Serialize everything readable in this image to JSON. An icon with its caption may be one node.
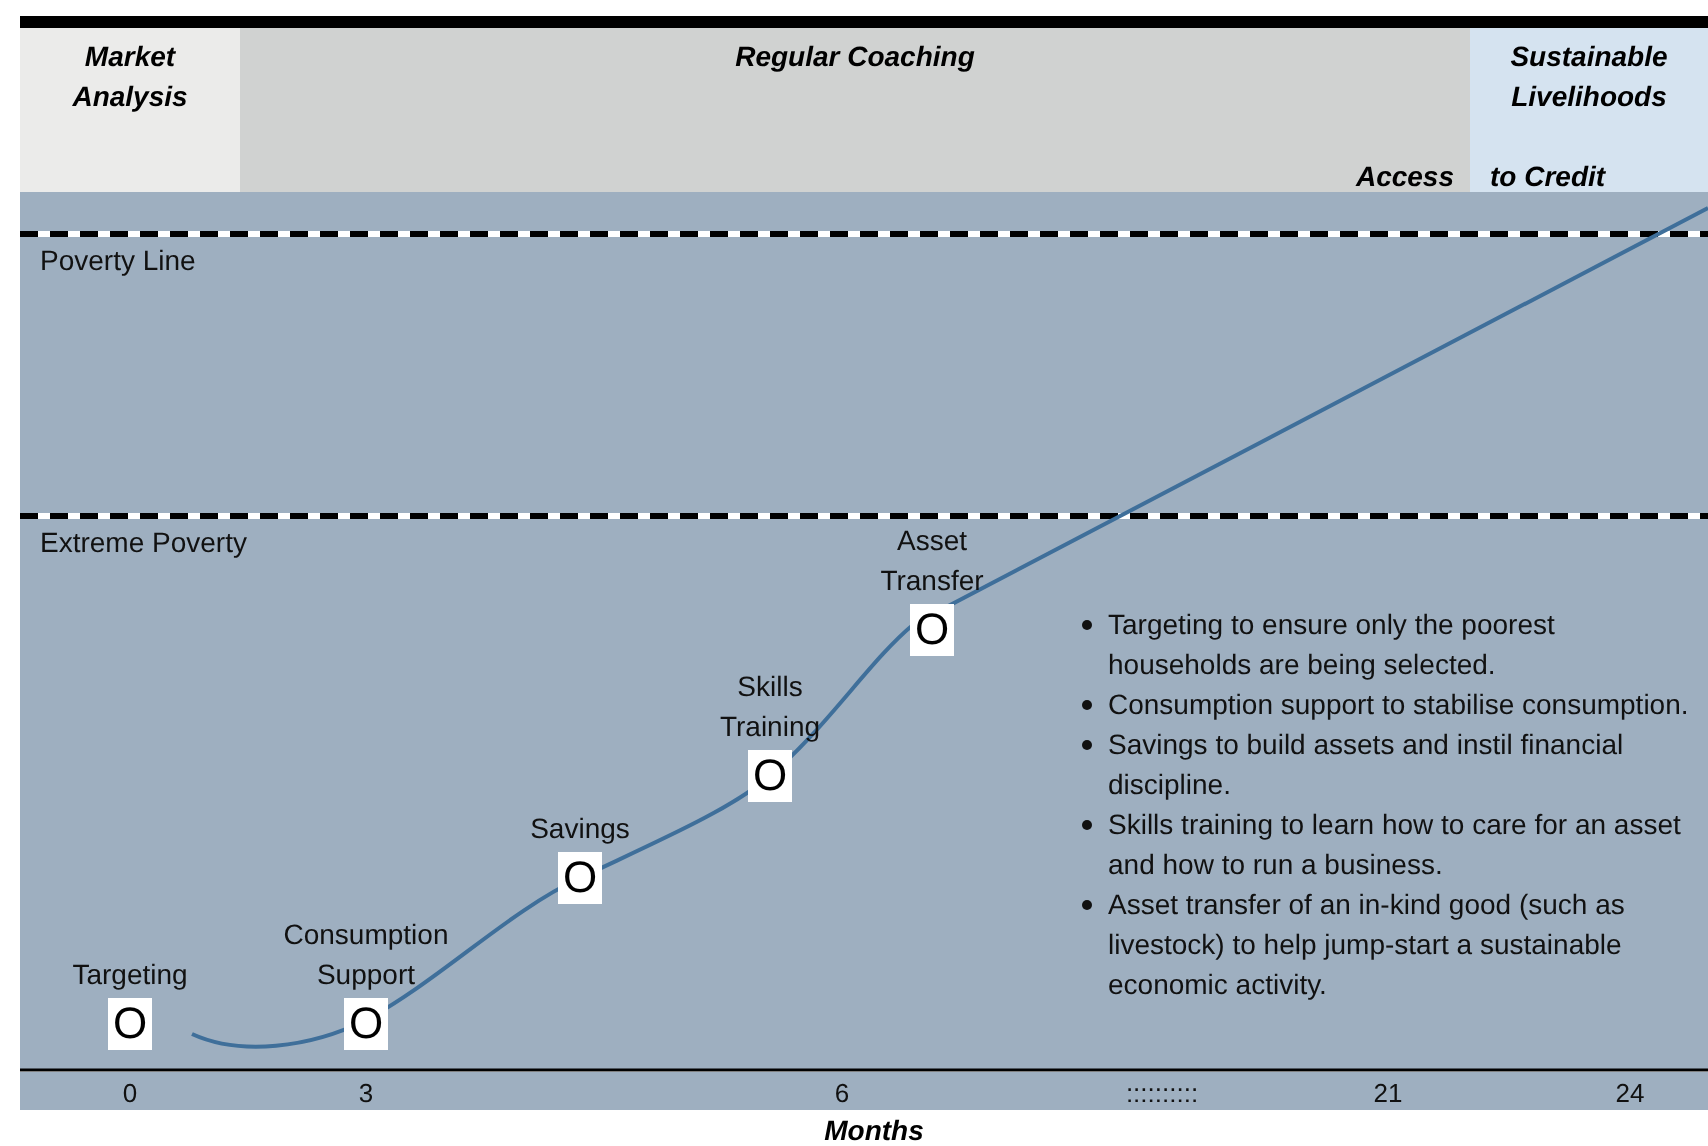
{
  "diagram": {
    "nodes": [
      {
        "text": [
          "Market Analysis"
        ]
      },
      {
        "text": [
          "Regular Coaching"
        ]
      },
      {
        "text": [
          "Sustainable Livelihoods"
        ]
      },
      {
        "text": [
          "O"
        ],
        "beside": [
          "Targeting"
        ]
      },
      {
        "text": [
          "O"
        ],
        "beside": [
          "Consumption Support"
        ]
      },
      {
        "text": [
          "O"
        ],
        "beside": [
          "Savings"
        ]
      },
      {
        "text": [
          "O"
        ],
        "beside": [
          "Skills Training"
        ]
      },
      {
        "text": [
          "O"
        ],
        "beside": [
          "Asset Transfer"
        ]
      }
    ],
    "labels": [
      "Access",
      "to Credit",
      "Poverty Line",
      "Extreme Poverty",
      "Targeting to ensure only the poorest households are being selected.",
      "Consumption support to stabilise consumption.",
      "Savings to build assets and instil financial discipline.",
      "Skills training to learn how to care for an asset and how to run a business.",
      "Asset transfer of an in-kind good (such as livestock) to help jump-start a sustainable economic activity.",
      "0",
      "3",
      "6",
      "::::::::::",
      "21",
      "24",
      "Months"
    ]
  }
}
